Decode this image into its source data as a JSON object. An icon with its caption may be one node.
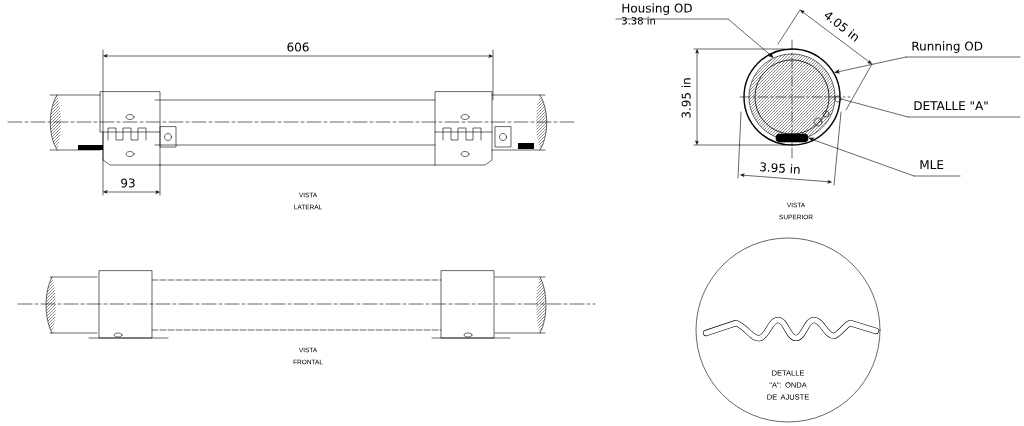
{
  "diagram": {
    "nodes": [
      {
        "text": [
          "Housing OD",
          "3.38 in"
        ]
      },
      {
        "text": [
          "Running OD"
        ]
      },
      {
        "text": [
          "DETALLE \"A\""
        ]
      },
      {
        "text": [
          "MLE"
        ]
      },
      {
        "text": [
          "DETALLE \"A\": ONDA DE AJUSTE"
        ]
      },
      {
        "text": [],
        "shape": "circle"
      },
      {
        "text": [],
        "shape": "circle",
        "in": 5
      },
      {
        "text": [],
        "shape": "circle",
        "in": 5
      },
      {
        "text": [],
        "shape": "bar",
        "in": 6
      }
    ],
    "edges": [
      {
        "from": 0,
        "to": 6,
        "arrow": "to"
      },
      {
        "from": 1,
        "to": 5,
        "arrow": "to"
      },
      {
        "from": 2,
        "to": 7,
        "arrow": "none"
      },
      {
        "from": 3,
        "to": 8,
        "arrow": "to"
      }
    ],
    "labels": [
      "606",
      "93",
      "VISTA LATERAL",
      "VISTA FRONTAL",
      "4.05 in",
      "3.95 in",
      "3.95 in",
      "VISTA SUPERIOR"
    ]
  }
}
